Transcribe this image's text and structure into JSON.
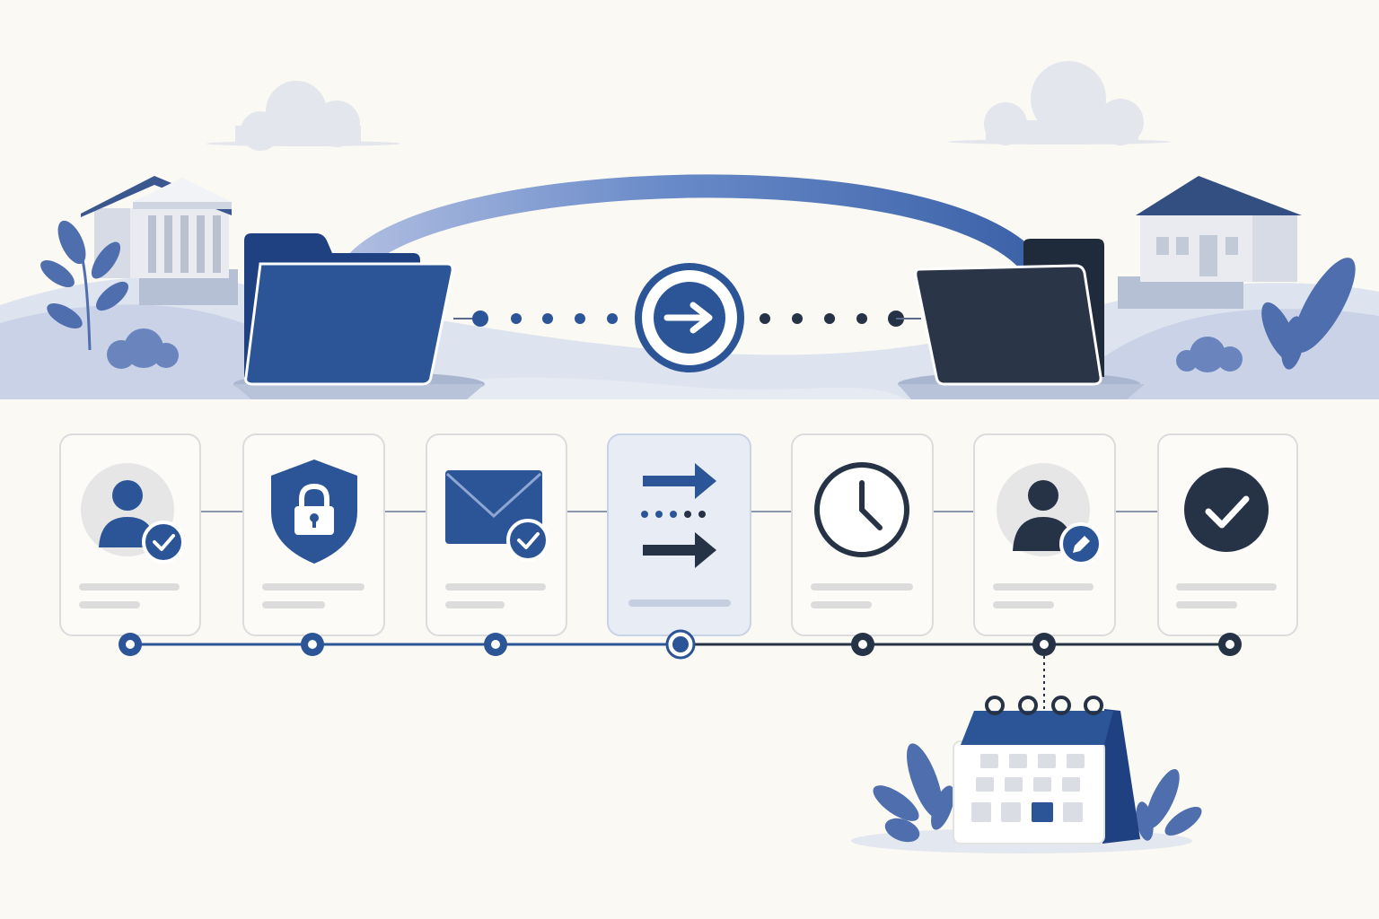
{
  "colors": {
    "background": "#fbf9f3",
    "primary_blue": "#2c5597",
    "dark_navy": "#263245",
    "light_blue": "#aab8d8",
    "hill_light": "#dde3ef",
    "hill_mid": "#c5cfe4",
    "card_border": "#dcdcdc",
    "card_active_fill": "#e8edf5",
    "card_active_border": "#c8d3e6",
    "placeholder_line": "#dcdcdc"
  },
  "transfer": {
    "source_folder_icon": "folder-icon",
    "target_folder_icon": "folder-icon",
    "source_building_icon": "bank-building-icon",
    "target_building_icon": "house-building-icon",
    "center_icon": "arrow-right-circle-icon"
  },
  "steps": [
    {
      "icon": "user-check-icon",
      "state": "completed"
    },
    {
      "icon": "shield-lock-icon",
      "state": "completed"
    },
    {
      "icon": "envelope-check-icon",
      "state": "completed"
    },
    {
      "icon": "transfer-arrows-icon",
      "state": "current"
    },
    {
      "icon": "clock-icon",
      "state": "pending"
    },
    {
      "icon": "user-edit-icon",
      "state": "pending"
    },
    {
      "icon": "check-circle-icon",
      "state": "pending"
    }
  ],
  "calendar": {
    "icon": "calendar-icon",
    "linked_step": 6
  }
}
